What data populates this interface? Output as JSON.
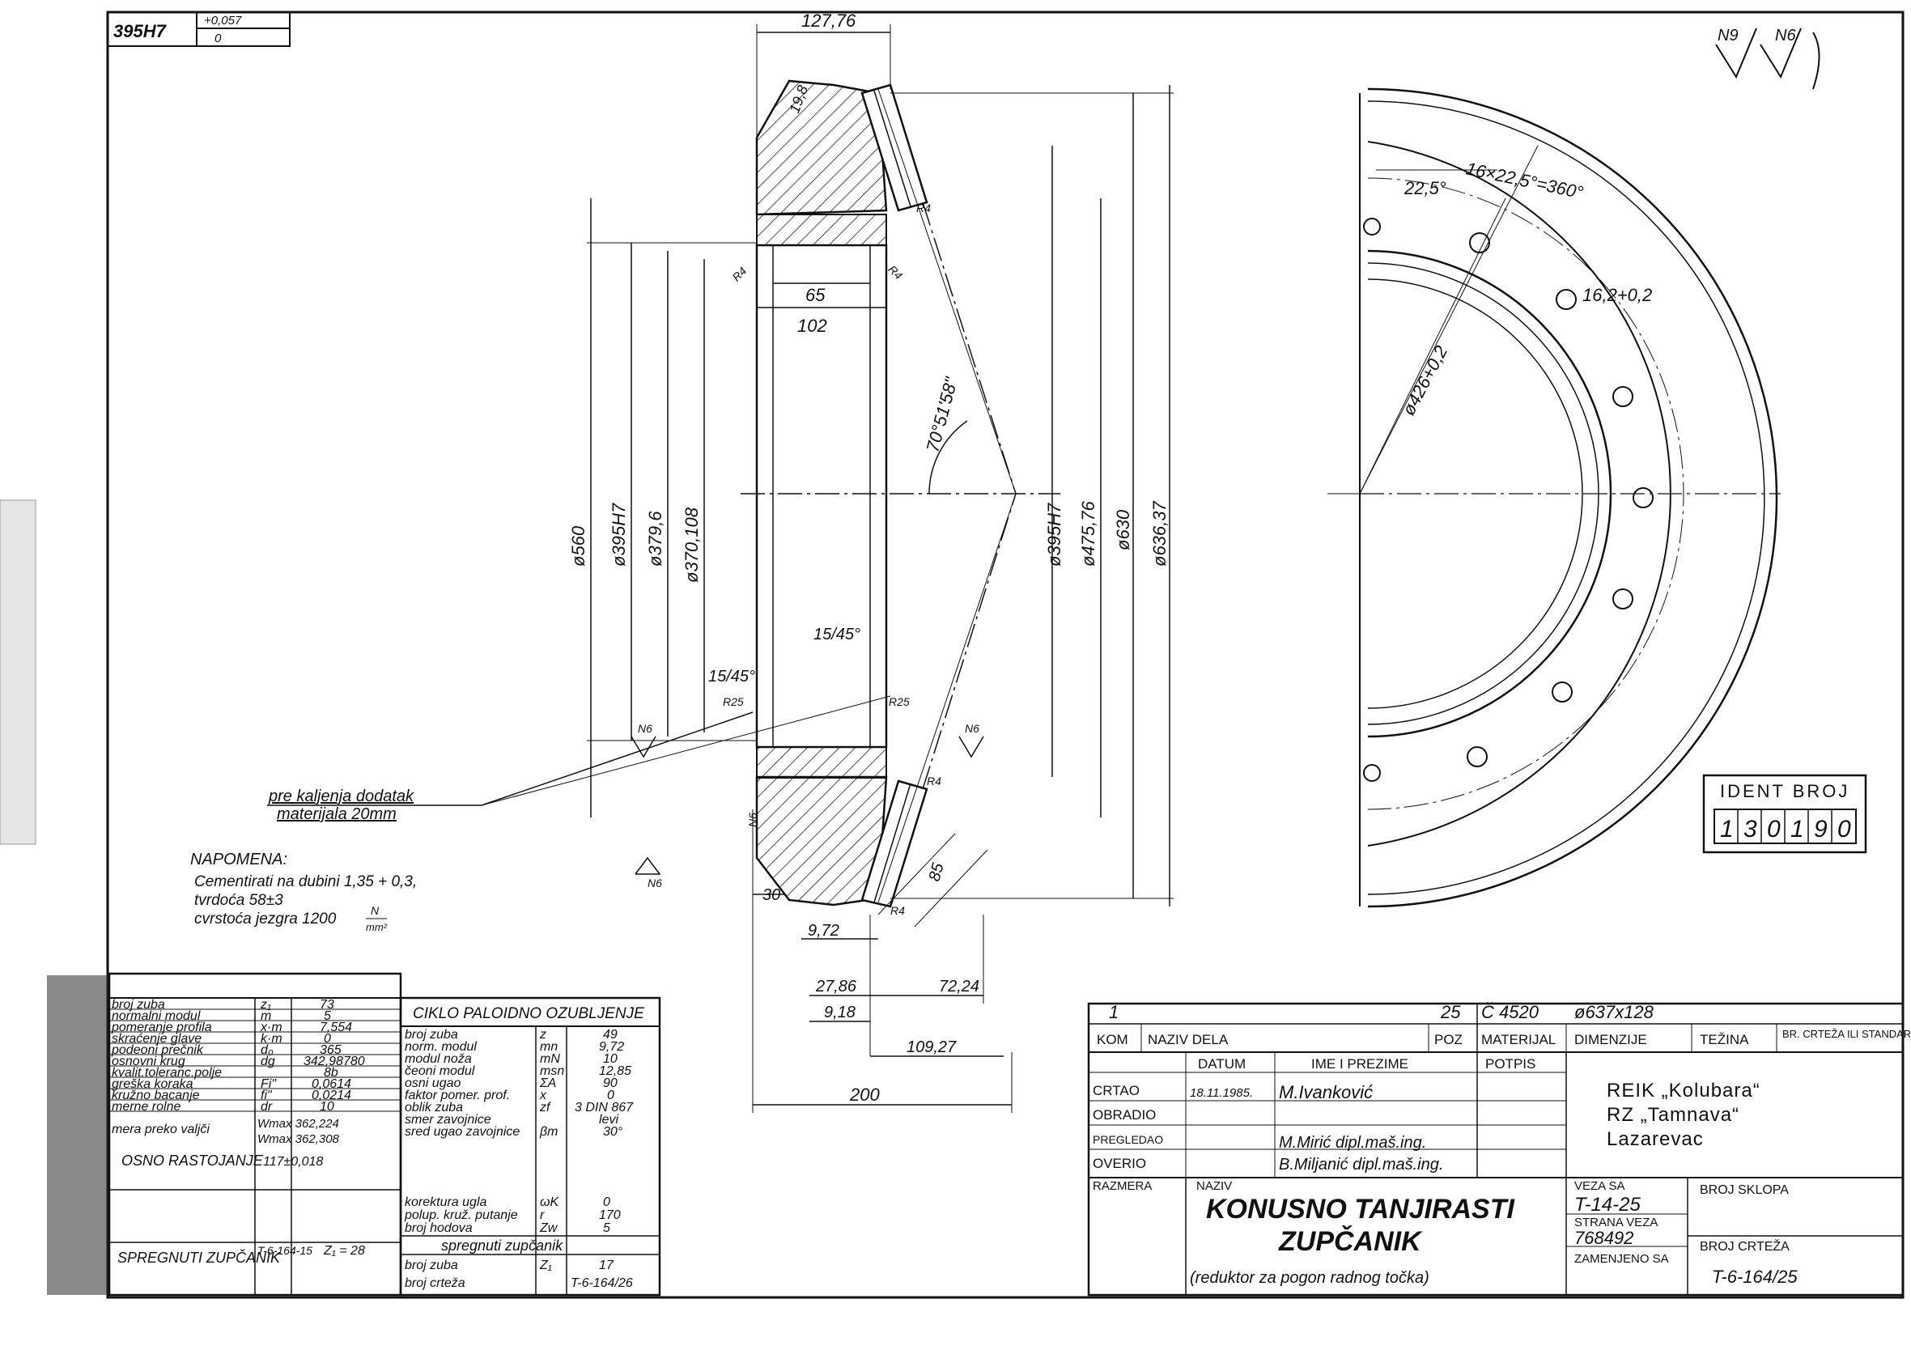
{
  "tolerance_box": {
    "fit": "395H7",
    "upper": "+0,057",
    "lower": "0"
  },
  "roughness": {
    "main": "N9",
    "paren": "N6"
  },
  "section_dims": {
    "top_width": "127,76",
    "chamfer_top": "19,8",
    "bore_width": "65",
    "hub_width": "102",
    "angle": "70°51'58\"",
    "chamfer1": "15/45°",
    "chamfer2": "15/45°",
    "r4_a": "R4",
    "r4_b": "R4",
    "r4_c": "R4",
    "r4_d": "R4",
    "r4_e": "R4",
    "r25_a": "R25",
    "r25_b": "R25",
    "d560": "ø560",
    "d395": "ø395H7",
    "d3796": "ø379,6",
    "d370": "ø370,108",
    "d395r": "ø395H7",
    "d475": "ø475,76",
    "d630": "ø630",
    "d636": "ø636,37",
    "n6_a": "N6",
    "n6_b": "N6",
    "n6_c": "N6",
    "n6_d": "N6",
    "dim30": "30",
    "dim85": "85",
    "dim972": "9,72",
    "dim2786": "27,86",
    "dim918": "9,18",
    "dim7224": "72,24",
    "dim10927": "109,27",
    "dim200": "200"
  },
  "note_allowance": [
    "pre kaljenja dodatak",
    "materijala 20mm"
  ],
  "napomena": {
    "title": "NAPOMENA:",
    "lines": [
      "Cementirati na dubini 1,35 + 0,3,",
      "tvrdoća 58±3",
      "cvrstoća jezgra 1200"
    ],
    "unit_num": "N",
    "unit_den": "mm²"
  },
  "front_view": {
    "angle1": "22,5°",
    "pattern": "16×22,5°=360°",
    "hole": "16,2+0,2",
    "pitch": "ø426+0,2"
  },
  "ident": {
    "label": "IDENT BROJ",
    "digits": [
      "1",
      "3",
      "0",
      "1",
      "9",
      "0"
    ]
  },
  "gear_table": [
    [
      "broj zuba",
      "z₁",
      "73"
    ],
    [
      "normalni modul",
      "m",
      "5"
    ],
    [
      "pomeranje profila",
      "x·m",
      "7,554"
    ],
    [
      "skraćenje glave",
      "k·m",
      "0"
    ],
    [
      "podeoni prečnik",
      "d₀",
      "365"
    ],
    [
      "osnovni krug",
      "dg",
      "342,98780"
    ],
    [
      "kvalit.toleranc.polje",
      "",
      "8b"
    ],
    [
      "greška koraka",
      "Fi\"",
      "0,0614"
    ],
    [
      "kružno bacanje",
      "fi\"",
      "0,0214"
    ],
    [
      "merne rolne",
      "dr",
      "10"
    ]
  ],
  "gear_table_extra": {
    "meri_label": "mera preko valjči",
    "wmax1": "Wmax 362,224",
    "wmax2": "Wmax 362,308",
    "osno_label": "OSNO RASTOJANJE",
    "osno_val": "117±0,018",
    "spreg_label": "SPREGNUTI ZUPČANIK",
    "spreg_val1": "T-6-164-15",
    "spreg_val2": "Z₁ = 28"
  },
  "ciklo_table": {
    "title": "CIKLO PALOIDNO OZUBLJENJE",
    "rows": [
      [
        "broj zuba",
        "z",
        "49"
      ],
      [
        "norm. modul",
        "mn",
        "9,72"
      ],
      [
        "modul noža",
        "mN",
        "10"
      ],
      [
        "čeoni modul",
        "msn",
        "12,85"
      ],
      [
        "osni ugao",
        "ΣA",
        "90"
      ],
      [
        "faktor pomer. prof.",
        "x",
        "0"
      ],
      [
        "oblik zuba",
        "zf",
        "3 DIN 867"
      ],
      [
        "smer zavojnice",
        "",
        "levi"
      ],
      [
        "sred ugao zavojnice",
        "βm",
        "30°"
      ],
      [
        "korektura ugla",
        "ωK",
        "0"
      ],
      [
        "polup. kruž. putanje",
        "r",
        "170"
      ],
      [
        "broj hodova",
        "Zw",
        "5"
      ]
    ],
    "spreg_title": "spregnuti zupčanik",
    "spreg_rows": [
      [
        "broj zuba",
        "Z₁",
        "17"
      ],
      [
        "broj crteža",
        "",
        "T-6-164/26"
      ]
    ]
  },
  "title_block": {
    "pos_num": "1",
    "qty": "25",
    "material": "Č 4520",
    "dims": "ø637x128",
    "hdr_kom": "KOM",
    "hdr_naziv": "NAZIV DELA",
    "hdr_poz": "POZ",
    "hdr_mat": "MATERIJAL",
    "hdr_dim": "DIMENZIJE",
    "hdr_tez": "TEŽINA",
    "hdr_br": "BR. CRTEŽA ILI STANDARD",
    "hdr_datum": "DATUM",
    "hdr_ime": "IME I PREZIME",
    "hdr_potpis": "POTPIS",
    "crtao": "CRTAO",
    "obradio": "OBRADIO",
    "pregledao": "PREGLEDAO",
    "overio": "OVERIO",
    "date": "18.11.1985.",
    "drafter": "M.Ivanković",
    "checker1": "M.Mirić dipl.maš.ing.",
    "checker2": "B.Miljanić dipl.maš.ing.",
    "company": [
      "REIK „Kolubara“",
      "RZ „Tamnava“",
      "Lazarevac"
    ],
    "razmera": "RAZMERA",
    "naziv": "NAZIV",
    "name1": "KONUSNO TANJIRASTI",
    "name2": "ZUPČANIK",
    "name3": "(reduktor za pogon radnog točka)",
    "veza_sa": "VEZA SA",
    "veza_val": "T-14-25",
    "strana_veza": "STRANA VEZA",
    "strana_val": "768492",
    "zamenjeno": "ZAMENJENO SA",
    "broj_sklopa": "BROJ SKLOPA",
    "broj_crteza": "BROJ CRTEŽA",
    "drawing_no": "T-6-164/25"
  }
}
